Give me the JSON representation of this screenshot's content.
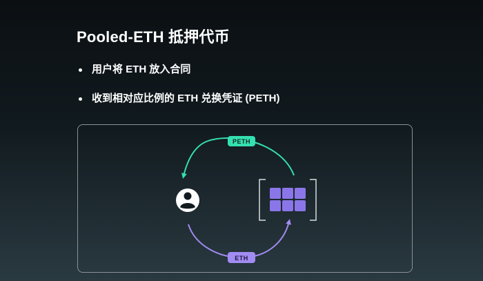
{
  "slide": {
    "title": "Pooled-ETH 抵押代币",
    "bullets": [
      "用户将 ETH 放入合同",
      "收到相对应比例的 ETH 兑换凭证 (PETH)"
    ]
  },
  "diagram": {
    "top_pill_label": "PETH",
    "bottom_pill_label": "ETH",
    "colors": {
      "peth_arrow": "#34e0b0",
      "eth_arrow": "#a18cf2",
      "grid_cell": "#8a76e8",
      "user_icon": "#ffffff",
      "bracket": "#d8dde0",
      "box_border": "#8a9296"
    },
    "icons": [
      "user-circle-icon",
      "pool-grid-icon"
    ]
  }
}
